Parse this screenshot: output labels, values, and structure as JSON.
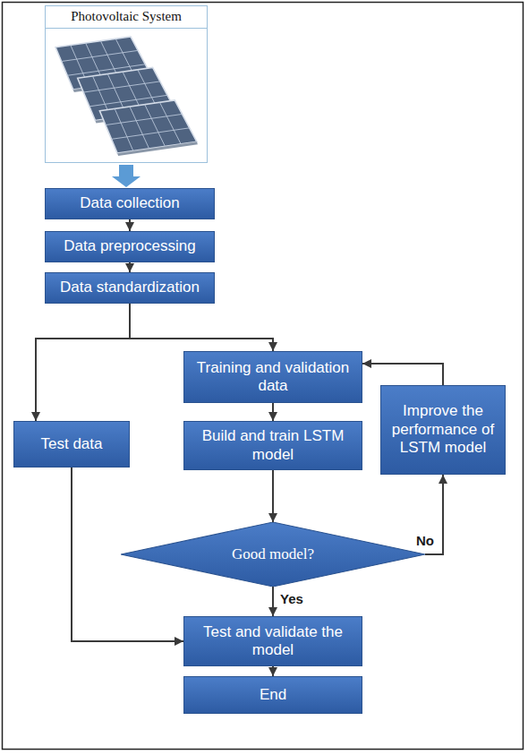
{
  "diagram": {
    "nodes": [
      {
        "text": [
          "Photovoltaic System"
        ]
      },
      {
        "text": [
          "Data collection"
        ]
      },
      {
        "text": [
          "Data preprocessing"
        ]
      },
      {
        "text": [
          "Data standardization"
        ]
      },
      {
        "text": [
          "Training and validation data"
        ]
      },
      {
        "text": [
          "Test data"
        ]
      },
      {
        "text": [
          "Improve the performance of LSTM model"
        ]
      },
      {
        "text": [
          "Build and train LSTM model"
        ]
      },
      {
        "text": [
          "Good model?"
        ]
      },
      {
        "text": [
          "Test and validate the model"
        ]
      },
      {
        "text": [
          "End"
        ]
      }
    ],
    "edges": [
      {
        "from": 0,
        "to": 1,
        "arrow": "to"
      },
      {
        "from": 1,
        "to": 2,
        "arrow": "to"
      },
      {
        "from": 2,
        "to": 3,
        "arrow": "to"
      },
      {
        "from": 3,
        "to": 4,
        "arrow": "to"
      },
      {
        "from": 3,
        "to": 5,
        "arrow": "to"
      },
      {
        "from": 4,
        "to": 7,
        "arrow": "to"
      },
      {
        "from": 7,
        "to": 8,
        "arrow": "to"
      },
      {
        "from": 8,
        "to": 6,
        "label": "No",
        "arrow": "to"
      },
      {
        "from": 6,
        "to": 4,
        "arrow": "to"
      },
      {
        "from": 8,
        "to": 9,
        "label": "Yes",
        "arrow": "to"
      },
      {
        "from": 5,
        "to": 9,
        "arrow": "to"
      },
      {
        "from": 9,
        "to": 10,
        "arrow": "to"
      }
    ]
  }
}
